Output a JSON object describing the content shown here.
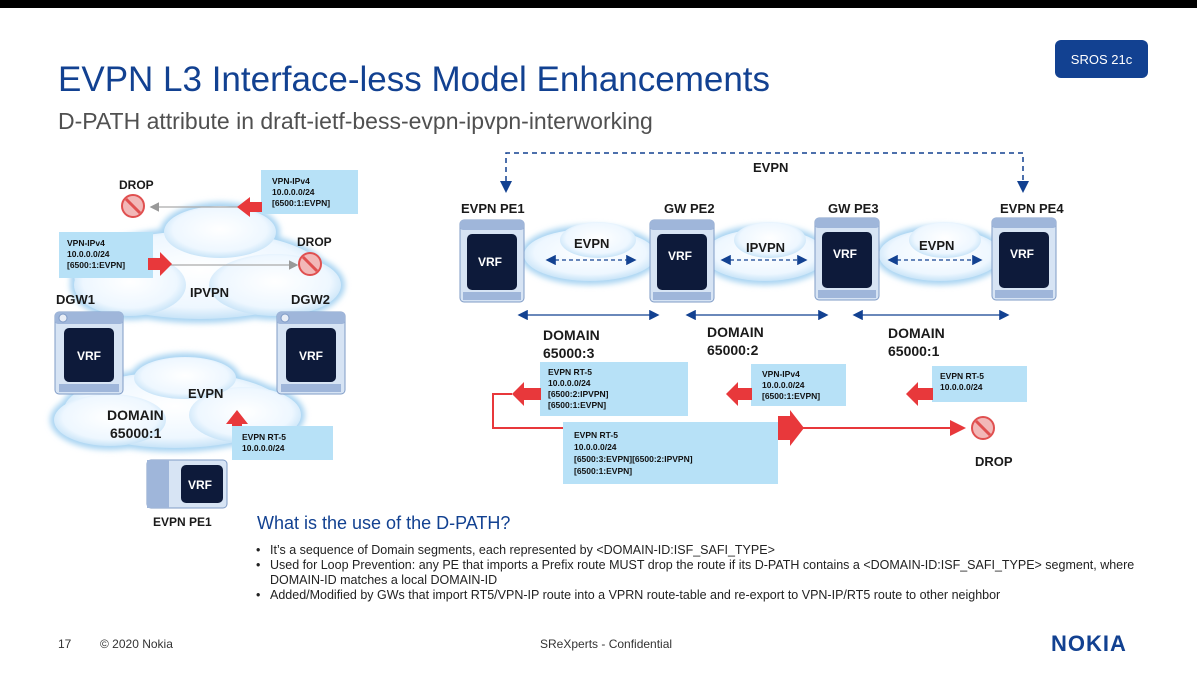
{
  "slide": {
    "title": "EVPN L3 Interface-less Model Enhancements",
    "subtitle": "D-PATH attribute in draft-ietf-bess-evpn-ipvpn-interworking",
    "badge": "SROS 21c"
  },
  "left": {
    "drop1": "DROP",
    "drop2": "DROP",
    "box_top": [
      "VPN-IPv4",
      "10.0.0.0/24",
      "[6500:1:EVPN]"
    ],
    "box_mid": [
      "VPN-IPv4",
      "10.0.0.0/24",
      "[6500:1:EVPN]"
    ],
    "box_bottom": [
      "EVPN RT-5",
      "10.0.0.0/24"
    ],
    "ipvpn_cloud": "IPVPN",
    "evpn_cloud": "EVPN",
    "domain": [
      "DOMAIN",
      "65000:1"
    ],
    "dgw1": "DGW1",
    "dgw2": "DGW2",
    "pe1": "EVPN PE1",
    "vrf": "VRF"
  },
  "right": {
    "evpn_top": "EVPN",
    "pe1": "EVPN PE1",
    "gw2": "GW PE2",
    "gw3": "GW PE3",
    "pe4": "EVPN PE4",
    "vrf": "VRF",
    "cloud1": "EVPN",
    "cloud2": "IPVPN",
    "cloud3": "EVPN",
    "domain3": [
      "DOMAIN",
      "65000:3"
    ],
    "domain2": [
      "DOMAIN",
      "65000:2"
    ],
    "domain1": [
      "DOMAIN",
      "65000:1"
    ],
    "box_a": [
      "EVPN RT-5",
      "10.0.0.0/24",
      "[6500:2:IPVPN]",
      "[6500:1:EVPN]"
    ],
    "box_b": [
      "VPN-IPv4",
      "10.0.0.0/24",
      "[6500:1:EVPN]"
    ],
    "box_c": [
      "EVPN RT-5",
      "10.0.0.0/24"
    ],
    "box_d": [
      "EVPN RT-5",
      "10.0.0.0/24",
      "[6500:3:EVPN][6500:2:IPVPN]",
      "[6500:1:EVPN]"
    ],
    "drop": "DROP"
  },
  "question": "What is the use of the D-PATH?",
  "bullets": [
    "It’s a sequence of Domain segments, each represented by <DOMAIN-ID:ISF_SAFI_TYPE>",
    "Used for Loop Prevention: any PE that imports a Prefix route MUST drop the route if its D-PATH contains a <DOMAIN-ID:ISF_SAFI_TYPE> segment, where DOMAIN-ID matches a local DOMAIN-ID",
    "Added/Modified by GWs that import RT5/VPN-IP route into a VPRN route-table and re-export to VPN-IP/RT5 route to other neighbor"
  ],
  "footer": {
    "page": "17",
    "copyright": "© 2020 Nokia",
    "confidential": "SReXperts - Confidential",
    "logo": "NOKIA"
  },
  "colors": {
    "nokia_blue": "#124191",
    "info_box": "#b7e1f7",
    "red": "#e8383b"
  }
}
